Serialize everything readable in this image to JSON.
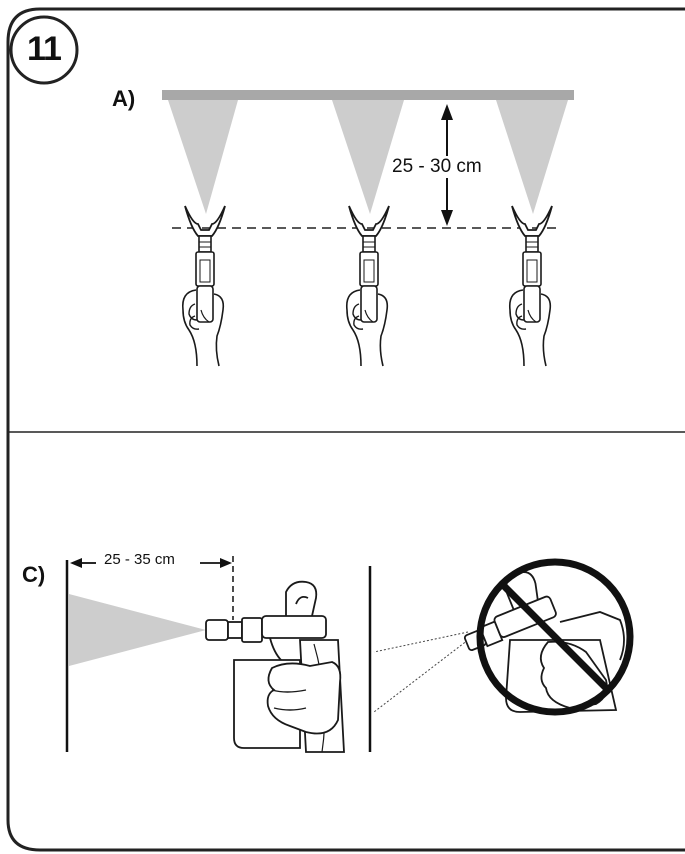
{
  "step": {
    "number": "11"
  },
  "panel_a": {
    "label": "A)",
    "distance": "25 - 30 cm"
  },
  "panel_c": {
    "label": "C)",
    "distance": "25 - 35 cm",
    "warning_icon": "prohibited-icon"
  },
  "colors": {
    "spray": "#cdcdcd",
    "bar": "#a8a8a8",
    "line": "#1a1a1a"
  }
}
